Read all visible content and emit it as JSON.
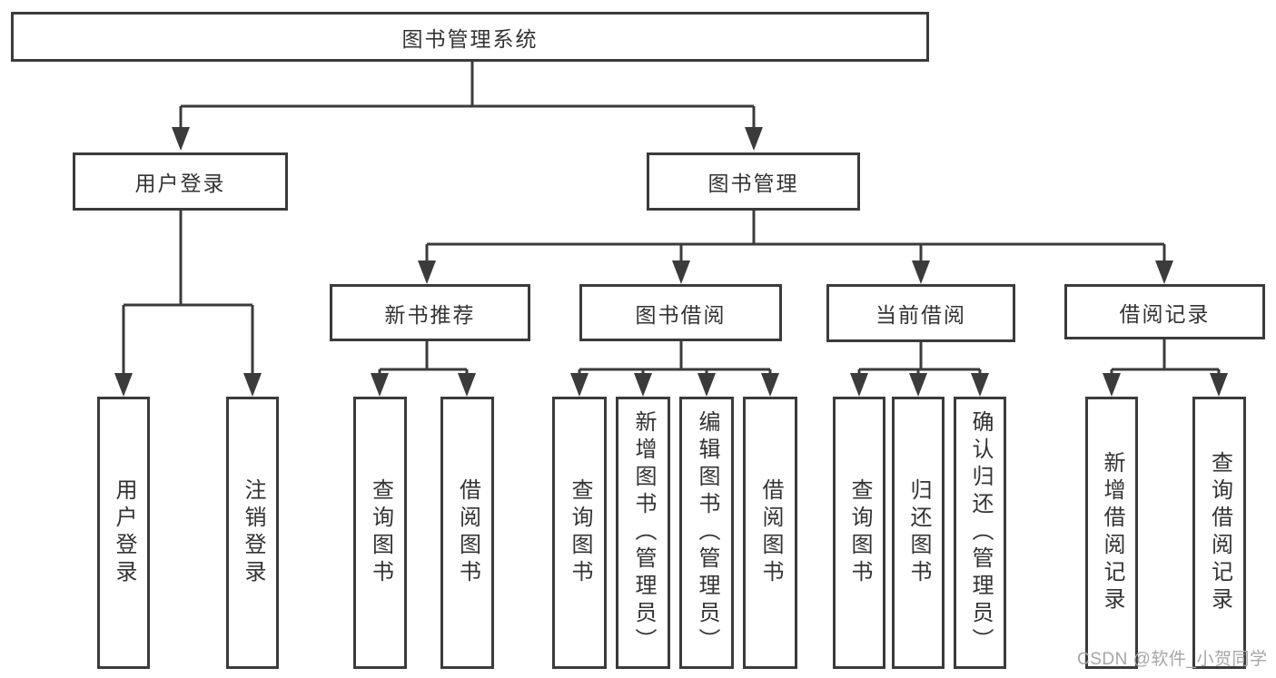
{
  "diagram": {
    "type": "hierarchy-tree",
    "tree": {
      "root": {
        "label": "图书管理系统"
      },
      "branches": [
        {
          "label": "用户登录",
          "children": [
            {
              "label": "用户登录"
            },
            {
              "label": "注销登录"
            }
          ]
        },
        {
          "label": "图书管理",
          "children": [
            {
              "label": "新书推荐",
              "children": [
                {
                  "label": "查询图书"
                },
                {
                  "label": "借阅图书"
                }
              ]
            },
            {
              "label": "图书借阅",
              "children": [
                {
                  "label": "查询图书"
                },
                {
                  "label": "新增图书（管理员）"
                },
                {
                  "label": "编辑图书（管理员）"
                },
                {
                  "label": "借阅图书"
                }
              ]
            },
            {
              "label": "当前借阅",
              "children": [
                {
                  "label": "查询图书"
                },
                {
                  "label": "归还图书"
                },
                {
                  "label": "确认归还（管理员）"
                }
              ]
            },
            {
              "label": "借阅记录",
              "children": [
                {
                  "label": "新增借阅记录"
                },
                {
                  "label": "查询借阅记录"
                }
              ]
            }
          ]
        }
      ]
    }
  },
  "watermark": {
    "text": "CSDN @软件_小贺同学"
  },
  "colors": {
    "line": "#3b3b3b",
    "box_border": "#3b3b3b",
    "text": "#333333",
    "box_background": "#ffffff",
    "page_background": "#ffffff",
    "watermark_text": "#a6a6a6"
  }
}
